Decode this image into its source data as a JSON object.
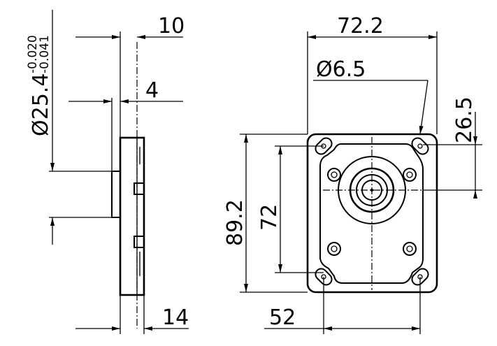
{
  "side_view": {
    "dia_label": "Ø25.4",
    "tol_upper": "-0.020",
    "tol_lower": "-0.041",
    "dim_thickness": "10",
    "dim_pilot": "4",
    "dim_bottom": "14"
  },
  "front_view": {
    "dim_width_top": "72.2",
    "dim_hole_dia": "Ø6.5",
    "dim_offset": "26.5",
    "dim_height_outer": "89.2",
    "dim_height_inner": "72",
    "dim_width_bottom": "52"
  }
}
